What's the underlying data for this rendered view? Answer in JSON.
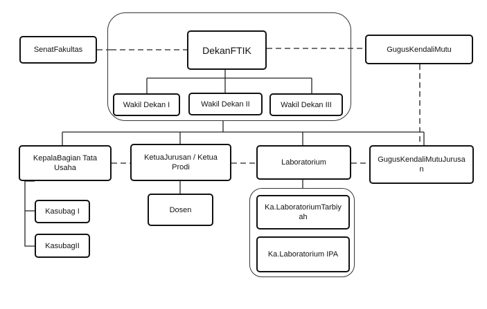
{
  "nodes": {
    "dekan": "DekanFTIK",
    "senat": "SenatFakultas",
    "gugus_mutu": "GugusKendaliMutu",
    "wakil_1": "Wakil Dekan I",
    "wakil_2": "Wakil Dekan II",
    "wakil_3": "Wakil Dekan III",
    "kabag_tu": "KepalaBagian Tata Usaha",
    "kajur": "KetuaJurusan / Ketua Prodi",
    "laboratorium": "Laboratorium",
    "gugus_mutu_jurusan": "GugusKendaliMutuJurusan",
    "kasubag_1": "Kasubag I",
    "kasubag_2": "KasubagII",
    "dosen": "Dosen",
    "ka_lab_tarbiyah": "Ka.LaboratoriumTarbiyah",
    "ka_lab_ipa": "Ka.Laboratorium IPA"
  }
}
